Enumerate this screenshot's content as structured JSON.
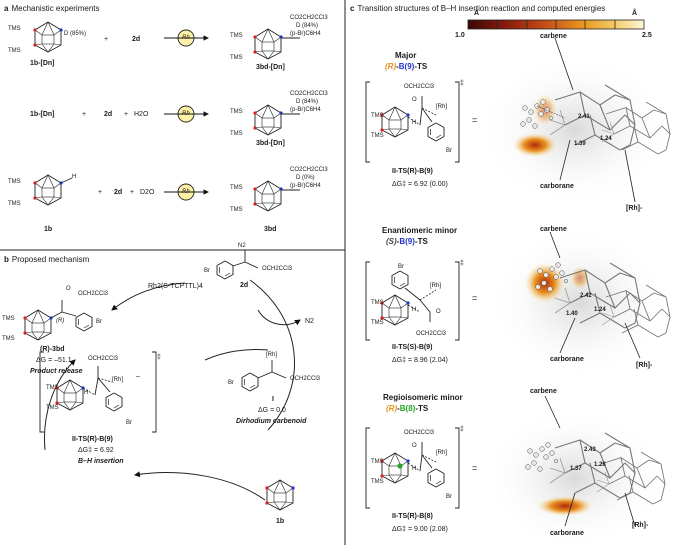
{
  "panel_a": {
    "letter": "a",
    "title": "Mechanistic experiments",
    "rows": [
      {
        "sm_label": "1b-[Dn]",
        "sm_d_text": "D (85%)",
        "reagent": "2d",
        "plus1": "+",
        "plus2": "",
        "additive": "",
        "catalyst": "Rh",
        "product_label": "3bd-[Dn]",
        "prod_top": "CO2CH2CCl3",
        "prod_mid": "D (84%)",
        "prod_bot": "(p-Br)C6H4"
      },
      {
        "sm_label": "1b-[Dn]",
        "reagent": "2d",
        "plus1": "+",
        "plus2": "+",
        "additive": "H2O",
        "catalyst": "Rh",
        "product_label": "3bd-[Dn]",
        "prod_top": "CO2CH2CCl3",
        "prod_mid": "D (84%)",
        "prod_bot": "(p-Br)C6H4"
      },
      {
        "sm_label": "1b",
        "reagent": "2d",
        "plus1": "+",
        "plus2": "+",
        "additive": "D2O",
        "catalyst": "Rh",
        "product_label": "3bd",
        "prod_top": "CO2CH2CCl3",
        "prod_mid": "D (0%)",
        "prod_bot": "(p-Br)C6H4"
      }
    ],
    "tms": "TMS"
  },
  "panel_b": {
    "letter": "b",
    "title": "Proposed mechanism",
    "catalyst": "Rh2(S-TCPTTL)4",
    "diazo_label": "2d",
    "diazo_n2": "N2",
    "diazo_ester": "OCH2CCl3",
    "diazo_br": "Br",
    "n2_release": "N2",
    "carbenoid_label": "I",
    "carbenoid_energy": "ΔG = 0.0",
    "carbenoid_name": "Dirhodium carbenoid",
    "carbenoid_rh": "[Rh]",
    "carbenoid_ester": "OCH2CCl3",
    "ts_label": "II-TS(R)-B(9)",
    "ts_energy": "ΔG‡ = 6.92",
    "ts_name": "B–H insertion",
    "ts_rh": "[Rh]",
    "ts_ester": "OCH2CCl3",
    "product_label": "(R)-3bd",
    "product_energy": "ΔG = –51.1",
    "product_name": "Product release",
    "product_r": "(R)",
    "product_ester": "OCH2CCl3",
    "carborane_label": "1b",
    "br": "Br",
    "h": "H",
    "o": "O",
    "tms": "TMS",
    "minus": "–",
    "dagger": "‡"
  },
  "panel_c": {
    "letter": "c",
    "title": "Transition structures of B–H insertion reaction and computed energies",
    "colorbar": {
      "min_label": "1.0",
      "max_label": "2.5",
      "unit": "Å",
      "colors": [
        "#3a0a05",
        "#8a1a0c",
        "#c8501a",
        "#e8951e",
        "#f4d070",
        "#fff6dc"
      ]
    },
    "rows": [
      {
        "kind_prefix": "Major",
        "config": "(R)",
        "boron": "B(9)",
        "suffix": "-TS",
        "config_color": "#e8901c",
        "boron_color": "#2233cc",
        "ts_label": "II-TS(R)-B(9)",
        "energy": "ΔG‡ = 6.92 (0.00)",
        "dist1": "2.41",
        "dist2": "1.39",
        "dist3": "1.24",
        "carbene": "carbene",
        "carborane": "carborane",
        "rh": "[Rh]-"
      },
      {
        "kind_prefix": "Enantiomeric minor",
        "config": "(S)",
        "boron": "B(9)",
        "suffix": "-TS",
        "config_color": "#444444",
        "boron_color": "#2233cc",
        "ts_label": "II-TS(S)-B(9)",
        "energy": "ΔG‡ = 8.96 (2.04)",
        "dist1": "2.42",
        "dist2": "1.40",
        "dist3": "1.24",
        "carbene": "carbene",
        "carborane": "carborane",
        "rh": "[Rh]-"
      },
      {
        "kind_prefix": "Regioisomeric minor",
        "config": "(R)",
        "boron": "B(8)",
        "suffix": "-TS",
        "config_color": "#e8901c",
        "boron_color": "#22a822",
        "ts_label": "II-TS(R)-B(8)",
        "energy": "ΔG‡ = 9.00 (2.08)",
        "dist1": "2.43",
        "dist2": "1.37",
        "dist3": "1.28",
        "carbene": "carbene",
        "carborane": "carborane",
        "rh": "[Rh]-"
      }
    ],
    "tms": "TMS",
    "br": "Br",
    "h": "H",
    "o": "O",
    "ester": "OCH2CCl3",
    "rh_minus": "[Rh]",
    "equals": "=",
    "dagger": "‡"
  }
}
